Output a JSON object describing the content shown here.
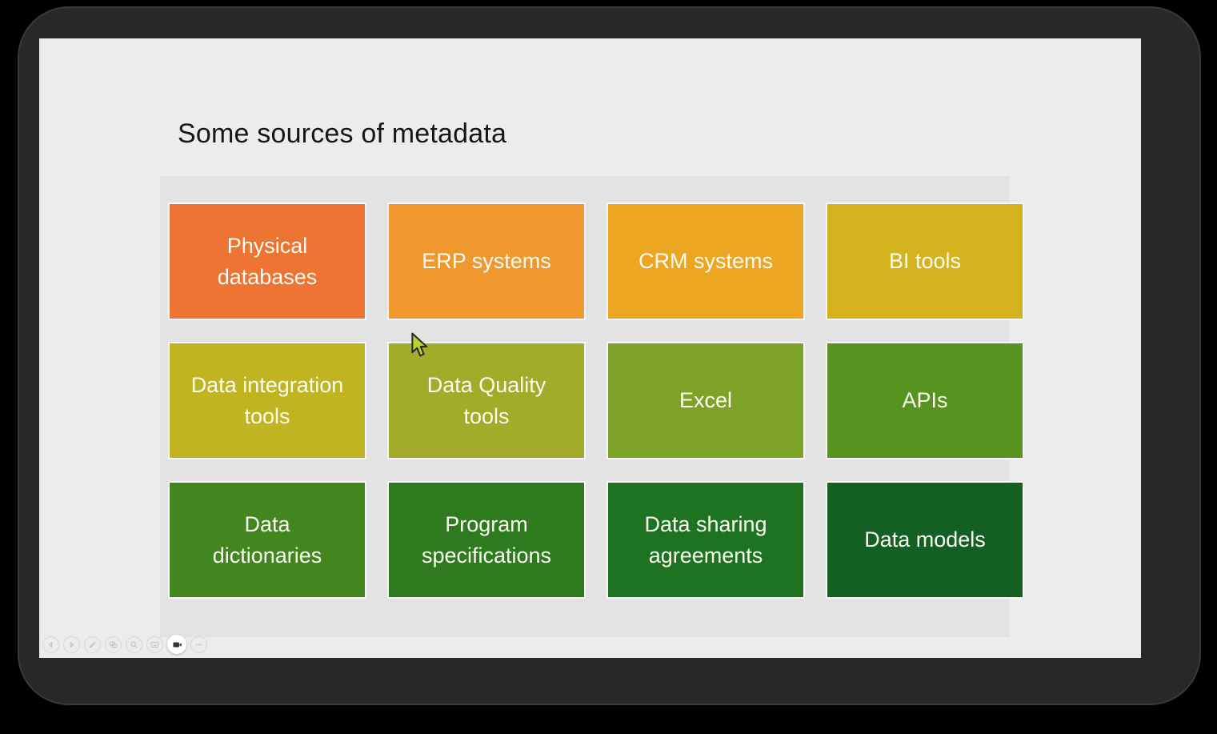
{
  "slide": {
    "title": "Some sources of metadata",
    "boxes": [
      {
        "label": "Physical databases",
        "color": "#ED7433"
      },
      {
        "label": "ERP systems",
        "color": "#F0982E"
      },
      {
        "label": "CRM systems",
        "color": "#EDA621"
      },
      {
        "label": "BI tools",
        "color": "#D4B31E"
      },
      {
        "label": "Data integration tools",
        "color": "#C0B521"
      },
      {
        "label": "Data Quality tools",
        "color": "#A2AC28"
      },
      {
        "label": "Excel",
        "color": "#7CA228"
      },
      {
        "label": "APIs",
        "color": "#57941F"
      },
      {
        "label": "Data dictionaries",
        "color": "#42861F"
      },
      {
        "label": "Program specifications",
        "color": "#2E7A1E"
      },
      {
        "label": "Data sharing agreements",
        "color": "#1E7320"
      },
      {
        "label": "Data models",
        "color": "#145F22"
      }
    ]
  },
  "toolbar": {
    "icons": [
      "previous-slide-icon",
      "next-slide-icon",
      "pen-icon",
      "all-slides-icon",
      "zoom-icon",
      "captions-icon",
      "camera-icon",
      "more-options-icon"
    ],
    "active_icon": "camera-icon"
  },
  "colors": {
    "canvas": "#000000",
    "window": "#282828",
    "slide_background": "#ECECEC",
    "panel": "#E3E3E3",
    "box_text": "#FCFCF4",
    "cursor_fill": "#B9D42C"
  }
}
